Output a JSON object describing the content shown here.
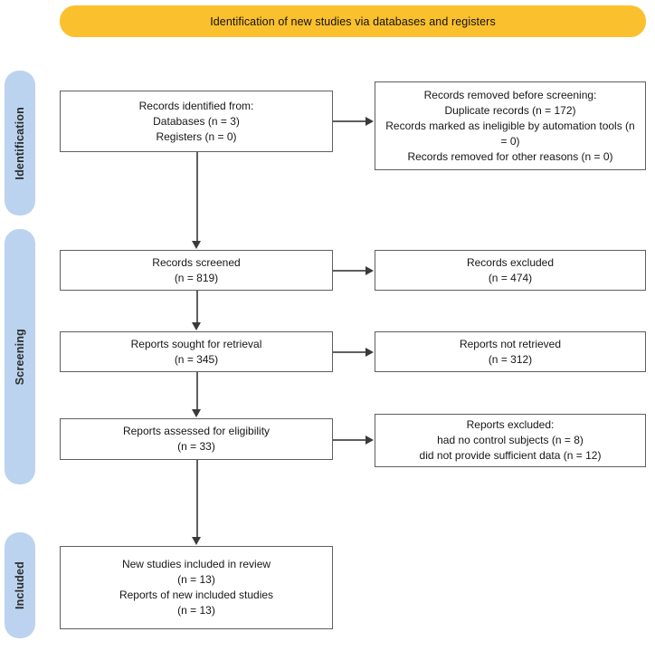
{
  "banner": {
    "title": "Identification of new studies via databases and registers",
    "color": "#FBC02D"
  },
  "stages": [
    {
      "key": "identification",
      "label": "Identification",
      "color": "#BBD3EE"
    },
    {
      "key": "screening",
      "label": "Screening",
      "color": "#BBD3EE"
    },
    {
      "key": "included",
      "label": "Included",
      "color": "#BBD3EE"
    }
  ],
  "boxes": {
    "identified": {
      "name": "records-identified",
      "lines": [
        "Records identified from:",
        "Databases (n = 3)",
        "Registers (n = 0)"
      ]
    },
    "removed": {
      "name": "records-removed-before-screening",
      "lines": [
        "Records removed before screening:",
        "Duplicate records (n = 172)",
        "Records marked as ineligible by automation tools (n = 0)",
        "Records removed for other reasons (n = 0)"
      ]
    },
    "screened": {
      "name": "records-screened",
      "lines": [
        "Records screened",
        "(n = 819)"
      ]
    },
    "excluded": {
      "name": "records-excluded",
      "lines": [
        "Records excluded",
        "(n = 474)"
      ]
    },
    "sought": {
      "name": "reports-sought-for-retrieval",
      "lines": [
        "Reports sought for retrieval",
        "(n = 345)"
      ]
    },
    "notretrieved": {
      "name": "reports-not-retrieved",
      "lines": [
        "Reports not retrieved",
        "(n = 312)"
      ]
    },
    "assessed": {
      "name": "reports-assessed-for-eligibility",
      "lines": [
        "Reports assessed for eligibility",
        "(n = 33)"
      ]
    },
    "repexcluded": {
      "name": "reports-excluded",
      "lines": [
        "Reports excluded:",
        "had no control subjects (n = 8)",
        "did not provide sufficient data (n = 12)"
      ]
    },
    "included": {
      "name": "new-studies-included",
      "lines": [
        "New studies included in review",
        "(n = 13)",
        "Reports of new included studies",
        "(n = 13)"
      ]
    }
  },
  "chart_data": {
    "type": "diagram",
    "title": "Identification of new studies via databases and registers",
    "diagram_kind": "PRISMA 2020 flow diagram",
    "stages": [
      "Identification",
      "Screening",
      "Included"
    ],
    "nodes": [
      {
        "id": "identified",
        "stage": "Identification",
        "column": "left",
        "label": "Records identified from",
        "values": {
          "Databases": 3,
          "Registers": 0
        }
      },
      {
        "id": "removed",
        "stage": "Identification",
        "column": "right",
        "label": "Records removed before screening",
        "values": {
          "Duplicate records": 172,
          "Records marked as ineligible by automation tools": 0,
          "Records removed for other reasons": 0
        }
      },
      {
        "id": "screened",
        "stage": "Screening",
        "column": "left",
        "label": "Records screened",
        "values": {
          "n": 819
        }
      },
      {
        "id": "excluded",
        "stage": "Screening",
        "column": "right",
        "label": "Records excluded",
        "values": {
          "n": 474
        }
      },
      {
        "id": "sought",
        "stage": "Screening",
        "column": "left",
        "label": "Reports sought for retrieval",
        "values": {
          "n": 345
        }
      },
      {
        "id": "notretrieved",
        "stage": "Screening",
        "column": "right",
        "label": "Reports not retrieved",
        "values": {
          "n": 312
        }
      },
      {
        "id": "assessed",
        "stage": "Screening",
        "column": "left",
        "label": "Reports assessed for eligibility",
        "values": {
          "n": 33
        }
      },
      {
        "id": "repexcluded",
        "stage": "Screening",
        "column": "right",
        "label": "Reports excluded",
        "values": {
          "had no control subjects": 8,
          "did not provide sufficient data": 12
        }
      },
      {
        "id": "included",
        "stage": "Included",
        "column": "left",
        "label": "New studies included in review",
        "values": {
          "New studies included in review": 13,
          "Reports of new included studies": 13
        }
      }
    ],
    "edges": [
      {
        "from": "identified",
        "to": "removed",
        "direction": "right"
      },
      {
        "from": "identified",
        "to": "screened",
        "direction": "down"
      },
      {
        "from": "screened",
        "to": "excluded",
        "direction": "right"
      },
      {
        "from": "screened",
        "to": "sought",
        "direction": "down"
      },
      {
        "from": "sought",
        "to": "notretrieved",
        "direction": "right"
      },
      {
        "from": "sought",
        "to": "assessed",
        "direction": "down"
      },
      {
        "from": "assessed",
        "to": "repexcluded",
        "direction": "right"
      },
      {
        "from": "assessed",
        "to": "included",
        "direction": "down"
      }
    ]
  }
}
